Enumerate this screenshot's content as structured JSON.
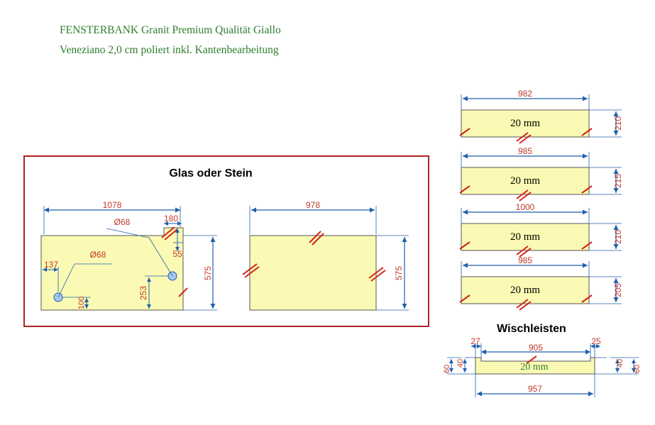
{
  "header": {
    "line1": "FENSTERBANK Granit Premium Qualität Giallo",
    "line2": "Veneziano 2,0 cm poliert inkl. Kantenbearbeitung"
  },
  "colors": {
    "title_text": "#2e7d2e",
    "panel_fill": "#fafab4",
    "dimension_line": "#1f5fae",
    "dimension_text": "#c0392b",
    "edge_mark": "#d0241b",
    "group_border": "#b22222",
    "hole_fill": "#a8c8e8"
  },
  "glass_group": {
    "title": "Glas oder Stein",
    "left_panel": {
      "width": "1078",
      "corner_cut": "180",
      "corner_cut_depth": "55",
      "height": "575",
      "hole1_label": "Ø68",
      "hole2_label": "Ø68",
      "hole1_from_left": "137",
      "hole1_from_bottom": "100",
      "hole2_from_bottom": "253"
    },
    "right_panel": {
      "width": "978",
      "height": "575"
    }
  },
  "sills": [
    {
      "width": "982",
      "height": "210",
      "thickness": "20 mm"
    },
    {
      "width": "985",
      "height": "215",
      "thickness": "20 mm"
    },
    {
      "width": "1000",
      "height": "210",
      "thickness": "20 mm"
    },
    {
      "width": "985",
      "height": "205",
      "thickness": "20 mm"
    }
  ],
  "wischleisten": {
    "title": "Wischleisten",
    "left_step": "27",
    "inner_width": "905",
    "right_step": "25",
    "thickness": "20 mm",
    "total_width": "957",
    "left_inner_height": "40",
    "left_outer_height": "60",
    "right_inner_height": "40",
    "right_outer_height": "60"
  }
}
